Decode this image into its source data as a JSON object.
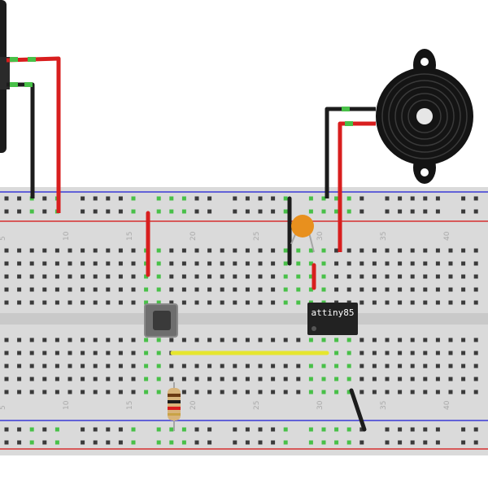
{
  "colors": {
    "board": "#dadada",
    "board_channel": "#c9c9c9",
    "rail_red": "#d62f2f",
    "rail_blue": "#3a3ad6",
    "hole": "#3a3a3a",
    "hole_active": "#48c048",
    "wire_red": "#d81e1e",
    "wire_black": "#1c1c1c",
    "wire_yellow": "#e6e62e",
    "chip": "#222222",
    "capacitor": "#e8901e",
    "resistor_body": "#d8b47a",
    "buzzer": "#141414",
    "button": "#6e6e6e"
  },
  "board": {
    "column_labels_top": [
      "5",
      "10",
      "15",
      "20",
      "25",
      "30",
      "35",
      "40"
    ],
    "column_labels_bottom": [
      "5",
      "10",
      "15",
      "20",
      "25",
      "30",
      "35",
      "40"
    ]
  },
  "components": {
    "microcontroller": {
      "label": "attiny85",
      "icon": "ic-chip-icon"
    },
    "buzzer": {
      "icon": "piezo-buzzer-icon"
    },
    "button": {
      "icon": "pushbutton-icon"
    },
    "capacitor": {
      "icon": "ceramic-capacitor-icon"
    },
    "resistor": {
      "icon": "resistor-icon"
    },
    "power_module": {
      "icon": "battery-pack-icon"
    }
  }
}
